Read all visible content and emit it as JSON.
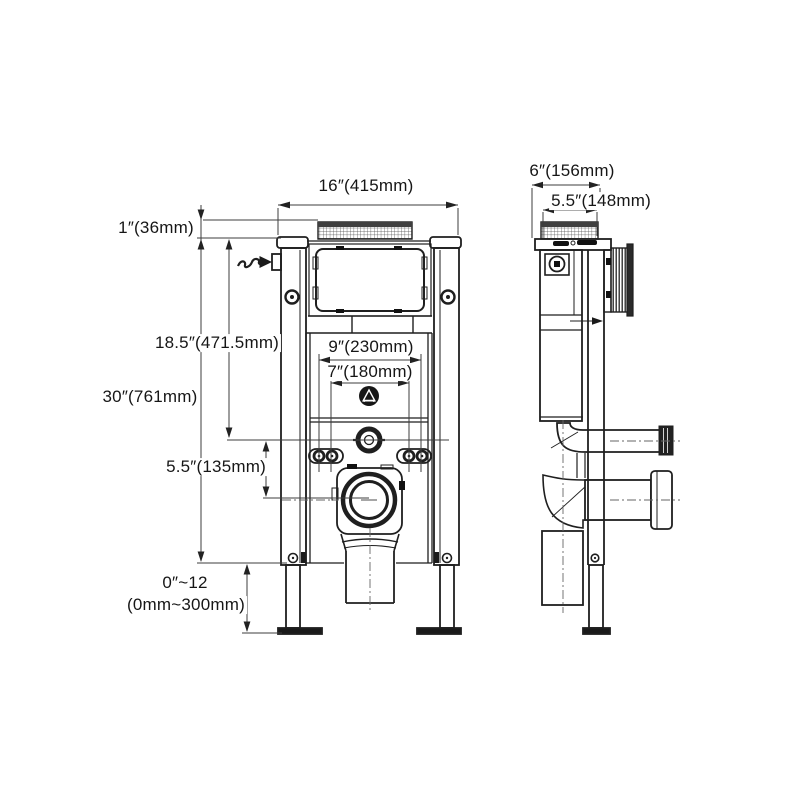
{
  "drawing": {
    "subject": "Concealed in-wall toilet cistern carrier frame — dimension drawing",
    "views": [
      "front elevation",
      "side elevation"
    ],
    "colors": {
      "outline": "#1f1f1f",
      "dimension": "#3d3d3d",
      "background": "#ffffff"
    }
  },
  "labels": {
    "frame_width": "16″(415mm)",
    "plate_offset": "1″(36mm)",
    "upper_height": "18.5″(471.5mm)",
    "total_height": "30″(761mm)",
    "flush_to_outlet": "5.5″(135mm)",
    "leg_adjust_in": "0″~12",
    "leg_adjust_mm": "(0mm~300mm)",
    "bolt_span_outer": "9″(230mm)",
    "bolt_span_inner": "7″(180mm)",
    "frame_depth": "6″(156mm)",
    "plate_depth": "5.5″(148mm)"
  }
}
